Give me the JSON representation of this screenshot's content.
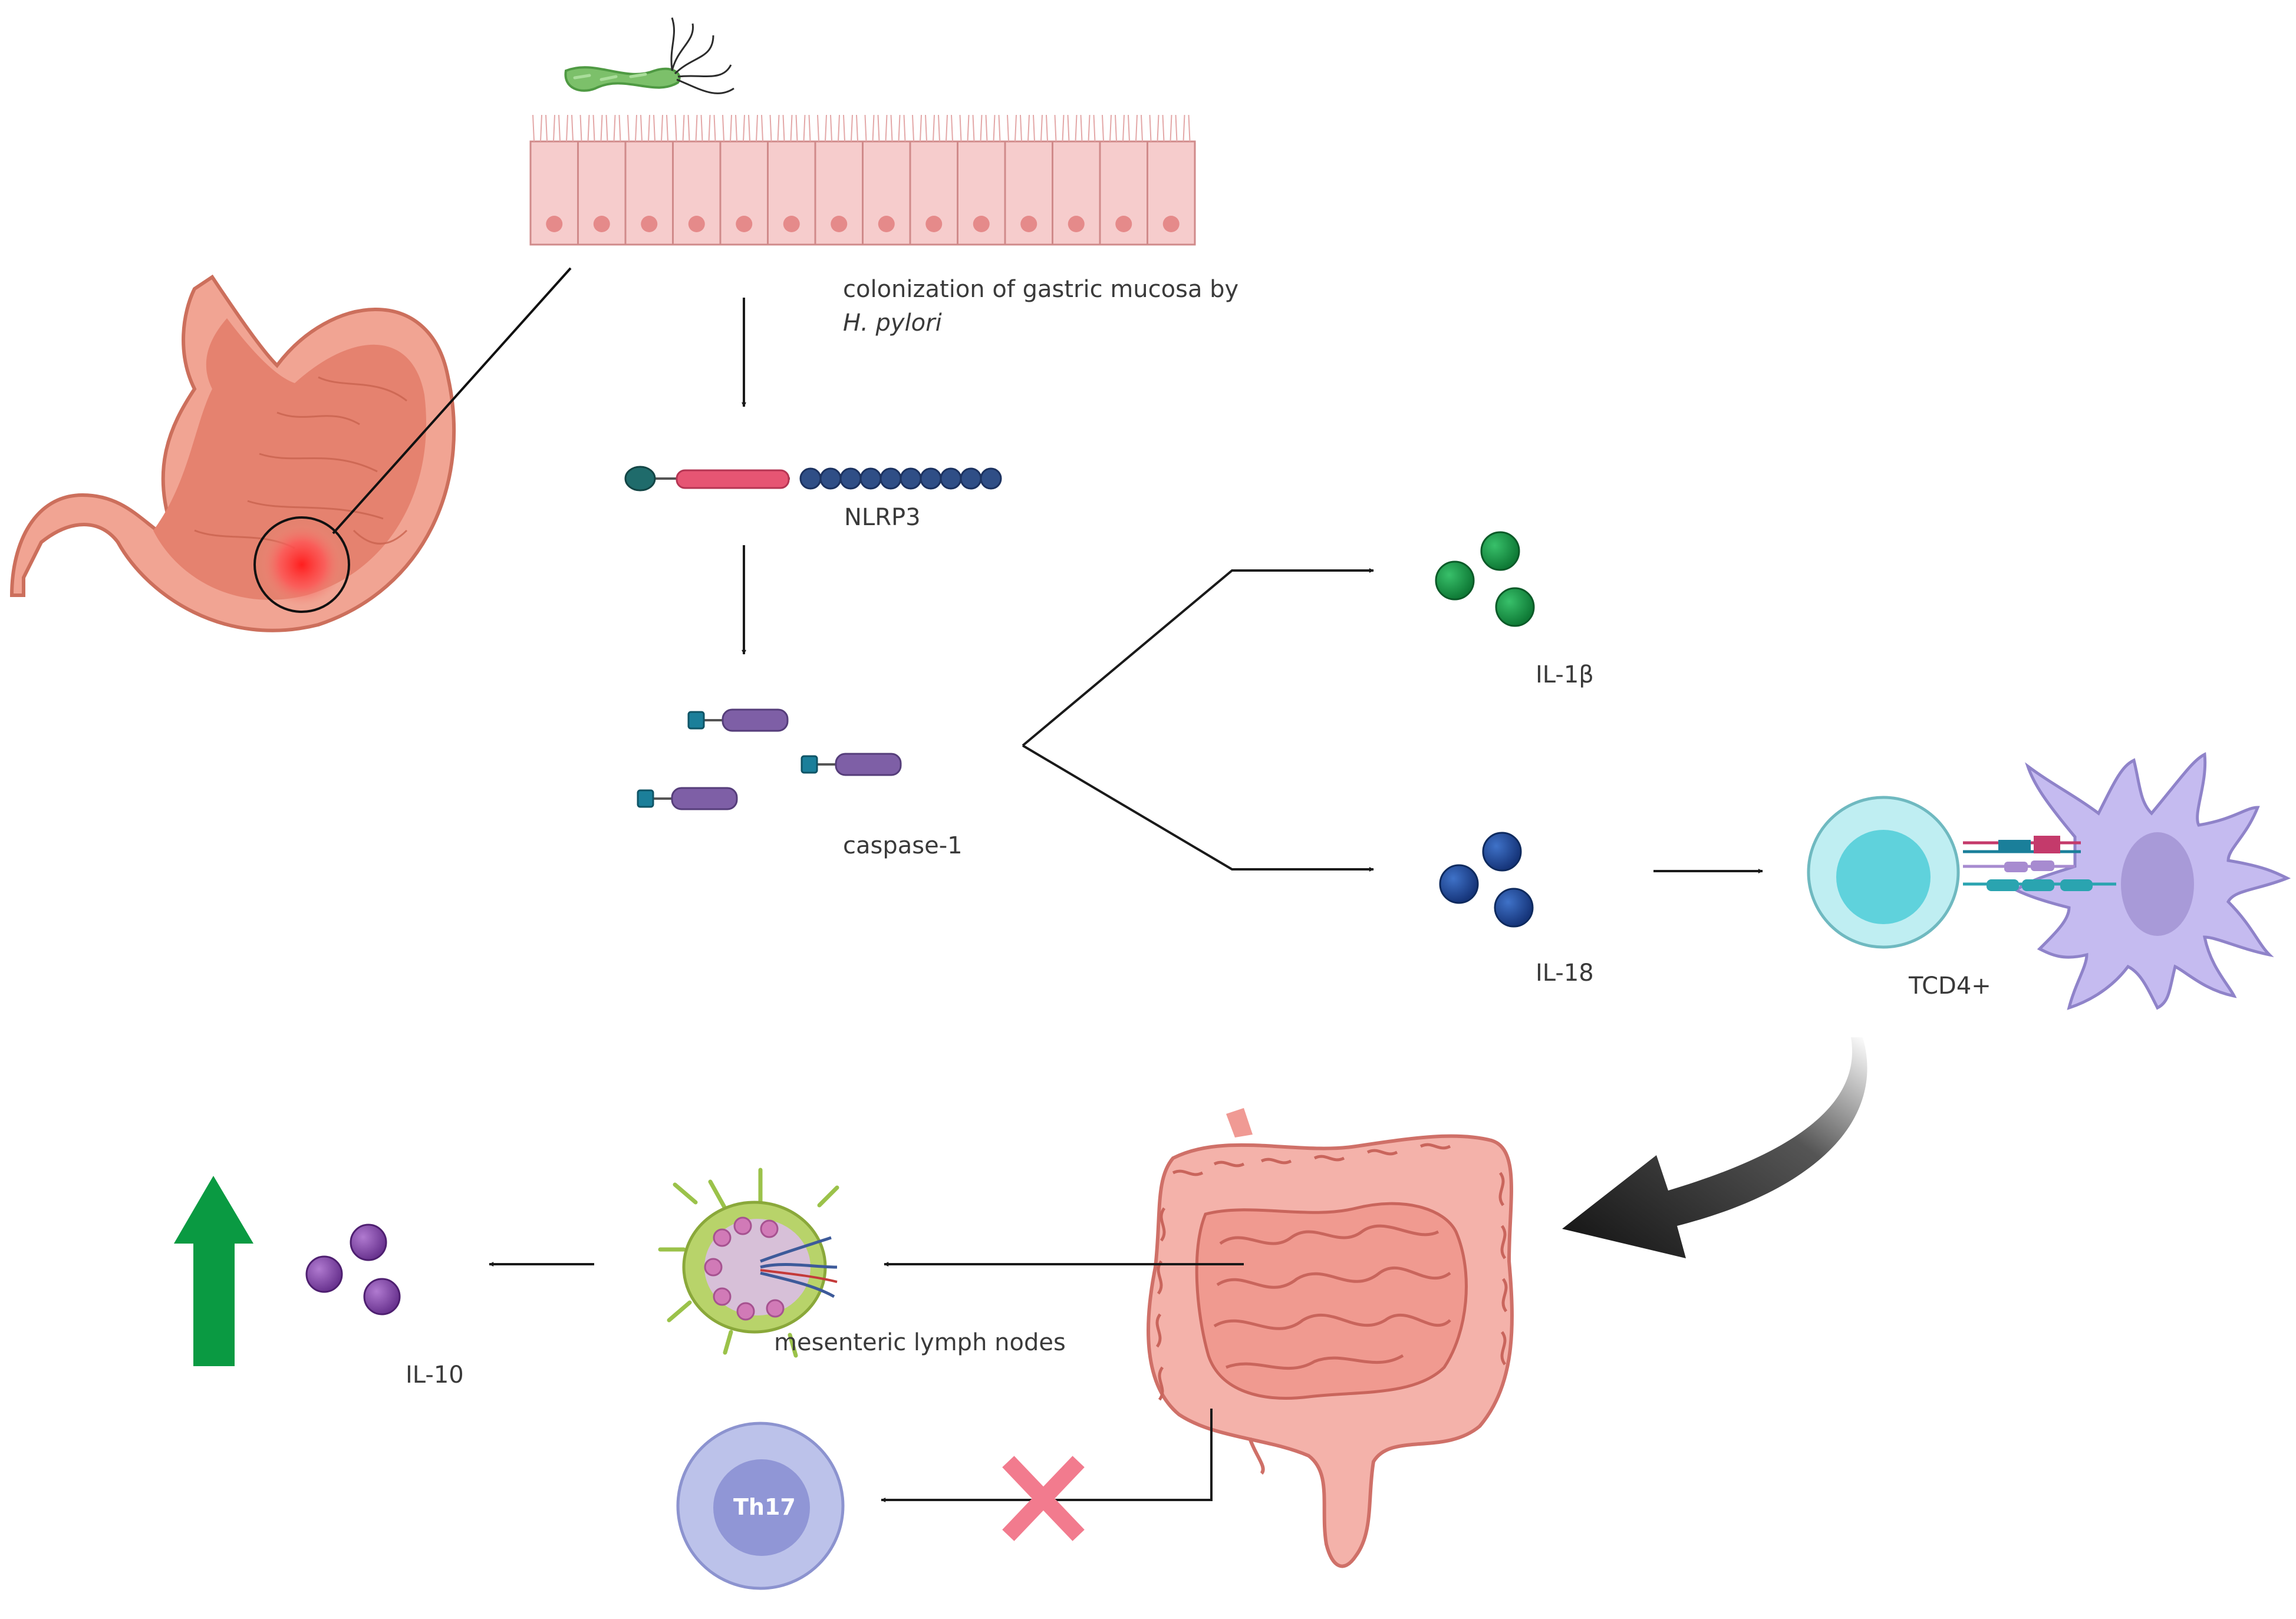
{
  "labels": {
    "colonization_line1": "colonization of gastric mucosa by",
    "colonization_line2": "H. pylori",
    "nlrp3": "NLRP3",
    "caspase1": "caspase-1",
    "il1b": "IL-1β",
    "il18": "IL-18",
    "tcd4": "TCD4+",
    "mesenteric": "mesenteric lymph nodes",
    "il10": "IL-10",
    "th17": "Th17"
  },
  "colors": {
    "bacterium": "#7cc06a",
    "epithelium_cell": "#f6cccc",
    "epithelium_nucleus": "#e58a8a",
    "stomach": "#e98b78",
    "stomach_dark": "#c4604e",
    "inflammation": "#ff2a2a",
    "nlrp3_pyd": "#1f6b6b",
    "nlrp3_nacht": "#e65573",
    "nlrp3_lrr": "#2f4e86",
    "caspase_card": "#1b7f9a",
    "caspase_body": "#7e5fa6",
    "il1b": "#1e9a4a",
    "il18": "#1f4ea0",
    "il10": "#8a4fa6",
    "tcell": "#7fd7df",
    "dendritic": "#bfb4ea",
    "intestine": "#f0a19a",
    "green_arrow": "#0a9a42",
    "red_cross": "#f27b8e",
    "th17_outer": "#b9bfe8",
    "th17_inner": "#9197d6",
    "arrow": "#1a1a1a"
  },
  "icons": {
    "bacterium": "helicobacter-pylori-icon",
    "epithelium": "gastric-epithelium-icon",
    "stomach": "stomach-icon",
    "nlrp3": "nlrp3-protein-icon",
    "caspase": "caspase-1-icon",
    "il1b": "il-1b-molecules-icon",
    "il18": "il-18-molecules-icon",
    "cells": "tcd4-dendritic-cell-icon",
    "intestine": "intestine-icon",
    "lymph": "lymph-node-icon",
    "il10": "il-10-molecules-icon",
    "up_arrow": "increase-arrow-icon",
    "cross": "inhibition-cross-icon",
    "th17": "th17-cell-icon"
  }
}
